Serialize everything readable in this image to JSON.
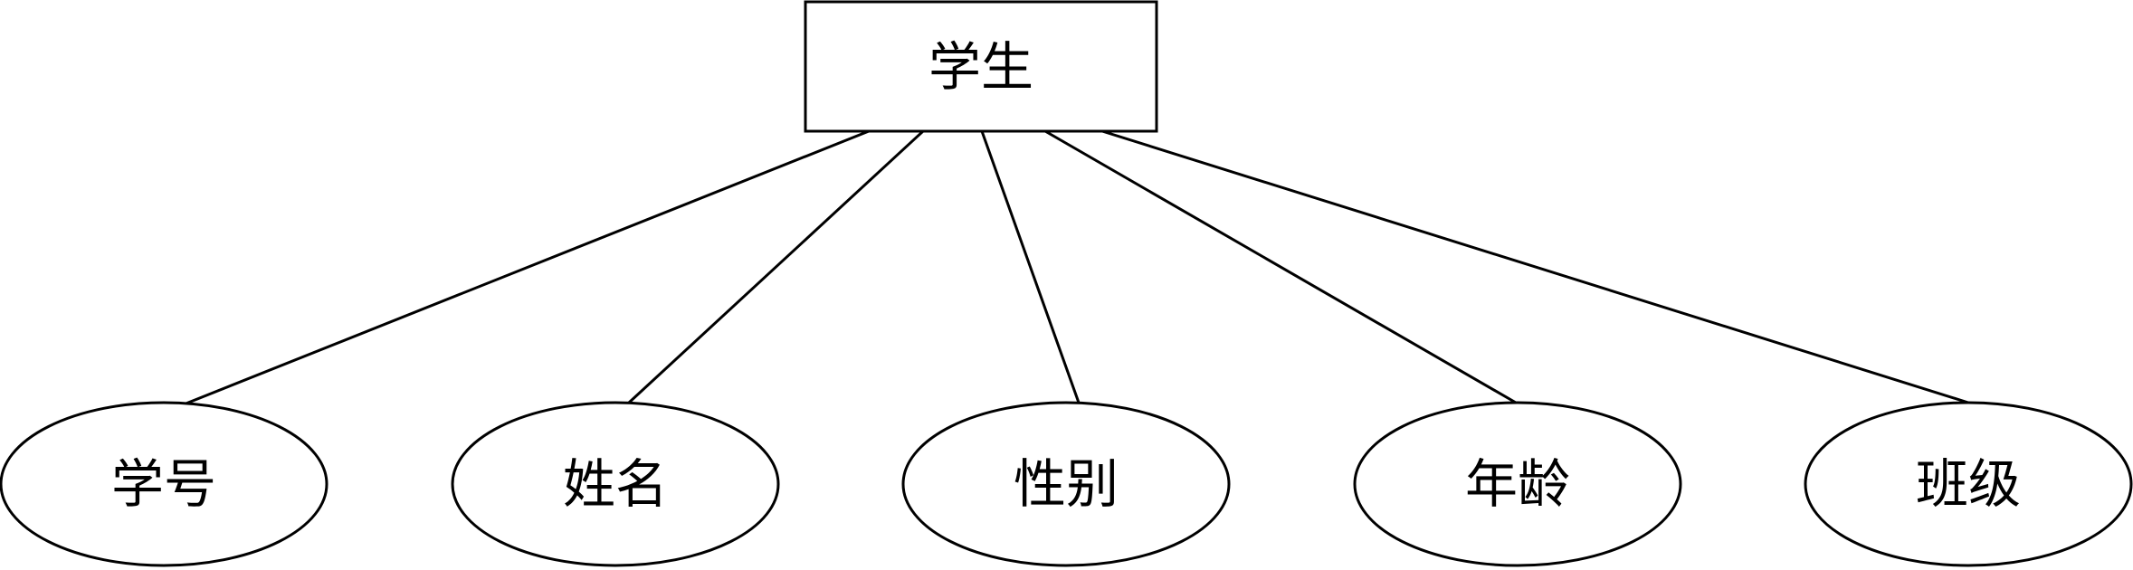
{
  "diagram": {
    "entity": {
      "label": "学生"
    },
    "attributes": [
      {
        "label": "学号"
      },
      {
        "label": "姓名"
      },
      {
        "label": "性别"
      },
      {
        "label": "年龄"
      },
      {
        "label": "班级"
      }
    ]
  },
  "colors": {
    "stroke": "#000000",
    "background": "#ffffff"
  }
}
